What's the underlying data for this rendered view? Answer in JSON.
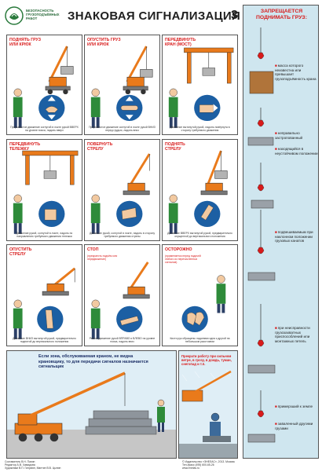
{
  "header": {
    "logo_text": "Безопасность грузоподъёмных работ",
    "title": "ЗНАКОВАЯ СИГНАЛИЗАЦИЯ",
    "sheet_number": "3"
  },
  "signals": [
    {
      "label": "ПОДНЯТЬ ГРУЗ ИЛИ КРЮК",
      "note": "",
      "caption": "Прерывистое движение согнутой в локте рукой ВВЕРХ на уровне пояса, ладонь вверх"
    },
    {
      "label": "ОПУСТИТЬ ГРУЗ ИЛИ КРЮК",
      "note": "",
      "caption": "Прерывистое движение согнутой в локте рукой ВНИЗ перед грудью, ладонь вниз"
    },
    {
      "label": "ПЕРЕДВИНУТЬ КРАН (МОСТ)",
      "note": "",
      "caption": "Движение вытянутой рукой, ладонь повёрнута в сторону требуемого движения"
    },
    {
      "label": "ПЕРЕДВИНУТЬ ТЕЛЕЖКУ",
      "note": "",
      "caption": "Движение рукой, согнутой в локте, ладонь по направлению требуемого движения тележки"
    },
    {
      "label": "ПОВЕРНУТЬ СТРЕЛУ",
      "note": "",
      "caption": "Движение рукой, согнутой в локте, ладонь в сторону требуемого движения стрелы"
    },
    {
      "label": "ПОДНЯТЬ СТРЕЛУ",
      "note": "",
      "caption": "Движение ВВЕРХ вытянутой рукой, предварительно опущенной до вертикального положения"
    },
    {
      "label": "ОПУСТИТЬ СТРЕЛУ",
      "note": "",
      "caption": "Движение ВНИЗ вытянутой рукой, предварительно поднятой до вертикального положения"
    },
    {
      "label": "СТОП",
      "note": "(прекратить подъём или передвижение)",
      "caption": "Резкое движение рукой ВПРАВО и ВЛЕВО на уровне пояса, ладонь вниз"
    },
    {
      "label": "ОСТОРОЖНО",
      "note": "(применяется перед подачей любого из перечисленных сигналов)",
      "caption": "Кисти рук обращены ладонями одна к другой на небольшом расстоянии"
    }
  ],
  "bottom_left": {
    "text": "Если зона, обслуживаемая краном, не видна крановщику, то для передачи сигналов назначается сигнальщик"
  },
  "bottom_right": {
    "text": "Прекрати работу при сильном ветре, в грозу, в дождь, туман, снегопад и т.п."
  },
  "side": {
    "title": "ЗАПРЕЩАЕТСЯ ПОДНИМАТЬ ГРУЗ:",
    "items": [
      "масса которого неизвестна или превышает грузоподъёмность крана",
      "неправильно застропованный",
      "находящийся в неустойчивом положении",
      "подвешиваемым при наклонном положении грузовых канатов",
      "при неисправности грузозахватных приспособлений или монтажных петель",
      "примерзший к земле",
      "заваленный другими грузами"
    ]
  },
  "footer": {
    "left": "Составитель В.Н. Пахин\nРедактор А.В. Хамидова\nХудожники В.П. Гилумян, Мантин В.В. Цыпин",
    "right": "© Издательство «ЭНЕЛАС», 2013. Москва\nТел./факс (495) 600-65-26\nwww.enelas.ru"
  },
  "colors": {
    "red": "#d81a1a",
    "blue": "#1c5fa3",
    "crane": "#e97a1b",
    "sky": "#cfe6ef"
  }
}
